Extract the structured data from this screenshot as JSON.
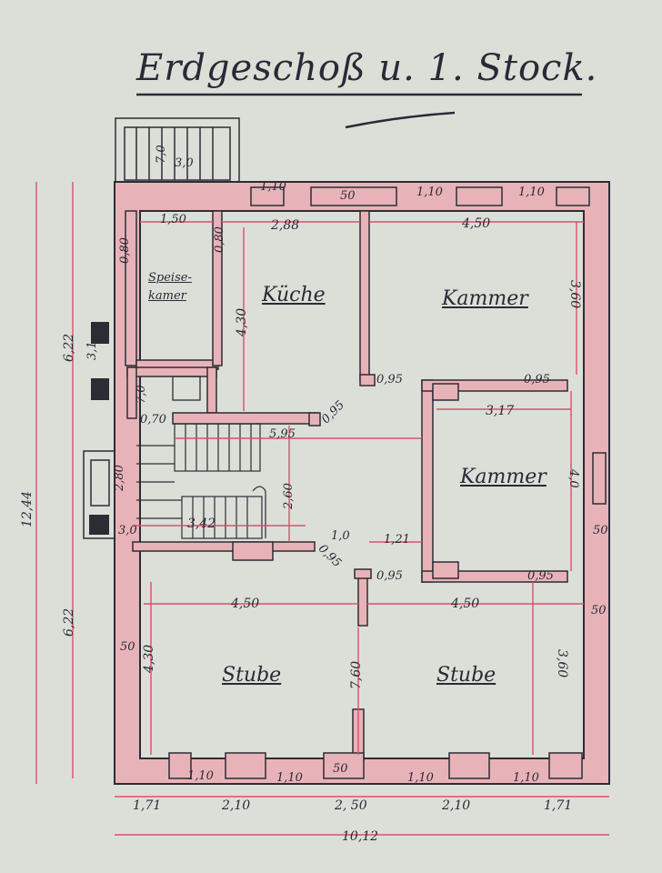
{
  "title": "Erdgeschoß u. 1. Stock.",
  "colors": {
    "paper": "#dcdfd8",
    "wall": "#e8b3b8",
    "wall_line": "#2c2c34",
    "dimension_line": "#d9506a",
    "ink": "#2a2a36"
  },
  "rooms": {
    "speisekammer_line1": "Speise-",
    "speisekammer_line2": "kamer",
    "kueche": "Küche",
    "kammer_top": "Kammer",
    "kammer_mid": "Kammer",
    "stube_left": "Stube",
    "stube_right": "Stube"
  },
  "dimensions": {
    "stair_top": "7,0",
    "stair_top2": "3,0",
    "win_top1": "1,10",
    "win_top2": "1,10",
    "win_top3": "1,10",
    "top_wall": "50",
    "speise_width": "1,50",
    "speise_depth": "0,80",
    "kueche_wall": "0,80",
    "kueche_width": "2,88",
    "kueche_depth": "4,30",
    "kammer_top_width": "4,50",
    "kammer_top_depth": "3,60",
    "door1": "0,95",
    "door2": "0,95",
    "door3": "0,95",
    "door4": "0,95",
    "door5": "0,95",
    "door6": "0,95",
    "kammer_mid_width": "3,17",
    "kammer_mid_depth": "4,0",
    "hall_width": "5,95",
    "hall_depth": "2,60",
    "wc_depth": "7,0",
    "wc_width": "0,70",
    "left_small1": "2,80",
    "left_small2": "3,0",
    "stair_width": "3,42",
    "hall_small": "1,0",
    "hall_small2": "1,21",
    "right_wall1": "50",
    "right_wall2": "50",
    "left_wall": "50",
    "stube_left_width": "4,50",
    "stube_right_width": "4,50",
    "stube_left_depth": "4,30",
    "stube_right_depth": "3,60",
    "stube_center": "7,60",
    "bottom_wall": "50",
    "win_bot1": "1,10",
    "win_bot2": "1,10",
    "win_bot3": "1,10",
    "win_bot4": "1,10",
    "overall_height": "12,44",
    "left_upper": "6,22",
    "left_lower": "6,22",
    "left_mini": "3,1",
    "bot_seg1": "1,71",
    "bot_seg2": "2,10",
    "bot_seg3": "2, 50",
    "bot_seg4": "2,10",
    "bot_seg5": "1,71",
    "overall_width": "10,12"
  }
}
